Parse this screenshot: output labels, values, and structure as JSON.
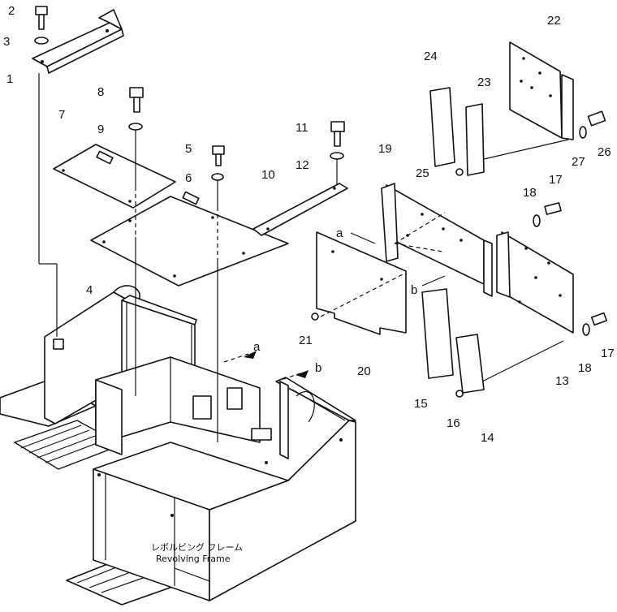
{
  "diagram": {
    "part_numbers": [
      "1",
      "2",
      "3",
      "4",
      "5",
      "6",
      "7",
      "8",
      "9",
      "10",
      "11",
      "12",
      "13",
      "14",
      "15",
      "16",
      "17",
      "17",
      "18",
      "18",
      "19",
      "20",
      "21",
      "22",
      "23",
      "24",
      "25",
      "26",
      "27"
    ],
    "view_markers": [
      "a",
      "b",
      "a",
      "b"
    ],
    "caption_jp": "レボルビング フレーム",
    "caption_en": "Revolving Frame"
  }
}
